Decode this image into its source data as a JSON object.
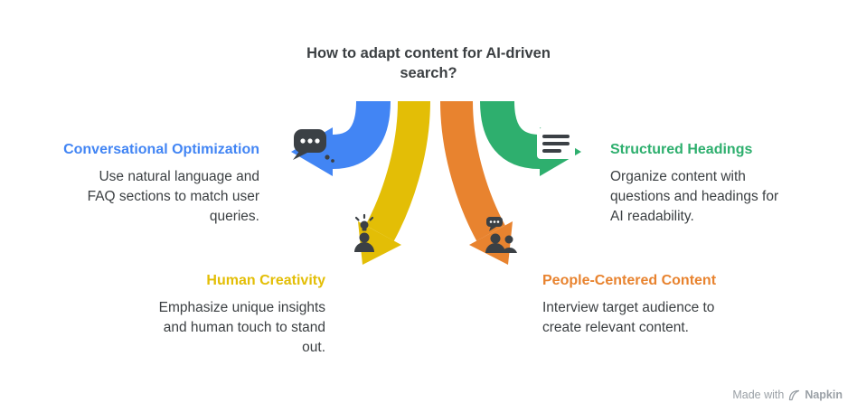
{
  "title": {
    "lines": [
      "How to adapt content for AI-driven",
      "search?"
    ]
  },
  "sections": [
    {
      "id": "conversational-optimization",
      "heading": "Conversational Optimization",
      "color": "#4285F4",
      "icon": "chat-dots-icon",
      "desc_lines": [
        "Use natural language and",
        "FAQ sections to match user",
        "queries."
      ]
    },
    {
      "id": "structured-headings",
      "heading": "Structured Headings",
      "color": "#2EAF6E",
      "icon": "document-lines-icon",
      "desc_lines": [
        "Organize content with",
        "questions and headings for",
        "AI readability."
      ]
    },
    {
      "id": "human-creativity",
      "heading": "Human Creativity",
      "color": "#E3BE06",
      "icon": "person-idea-icon",
      "desc_lines": [
        "Emphasize unique insights",
        "and human touch to stand",
        "out."
      ]
    },
    {
      "id": "people-centered-content",
      "heading": "People-Centered Content",
      "color": "#E8832F",
      "icon": "people-chat-icon",
      "desc_lines": [
        "Interview target audience to",
        "create relevant content."
      ]
    }
  ],
  "footer": {
    "made_with": "Made with",
    "brand": "Napkin"
  },
  "colors": {
    "blue": "#4285F4",
    "green": "#2EAF6E",
    "yellow": "#E3BE06",
    "orange": "#E8832F",
    "text": "#3C4043",
    "icon_dark": "#3B4045",
    "muted": "#9AA0A6",
    "background": "#FFFFFF"
  }
}
